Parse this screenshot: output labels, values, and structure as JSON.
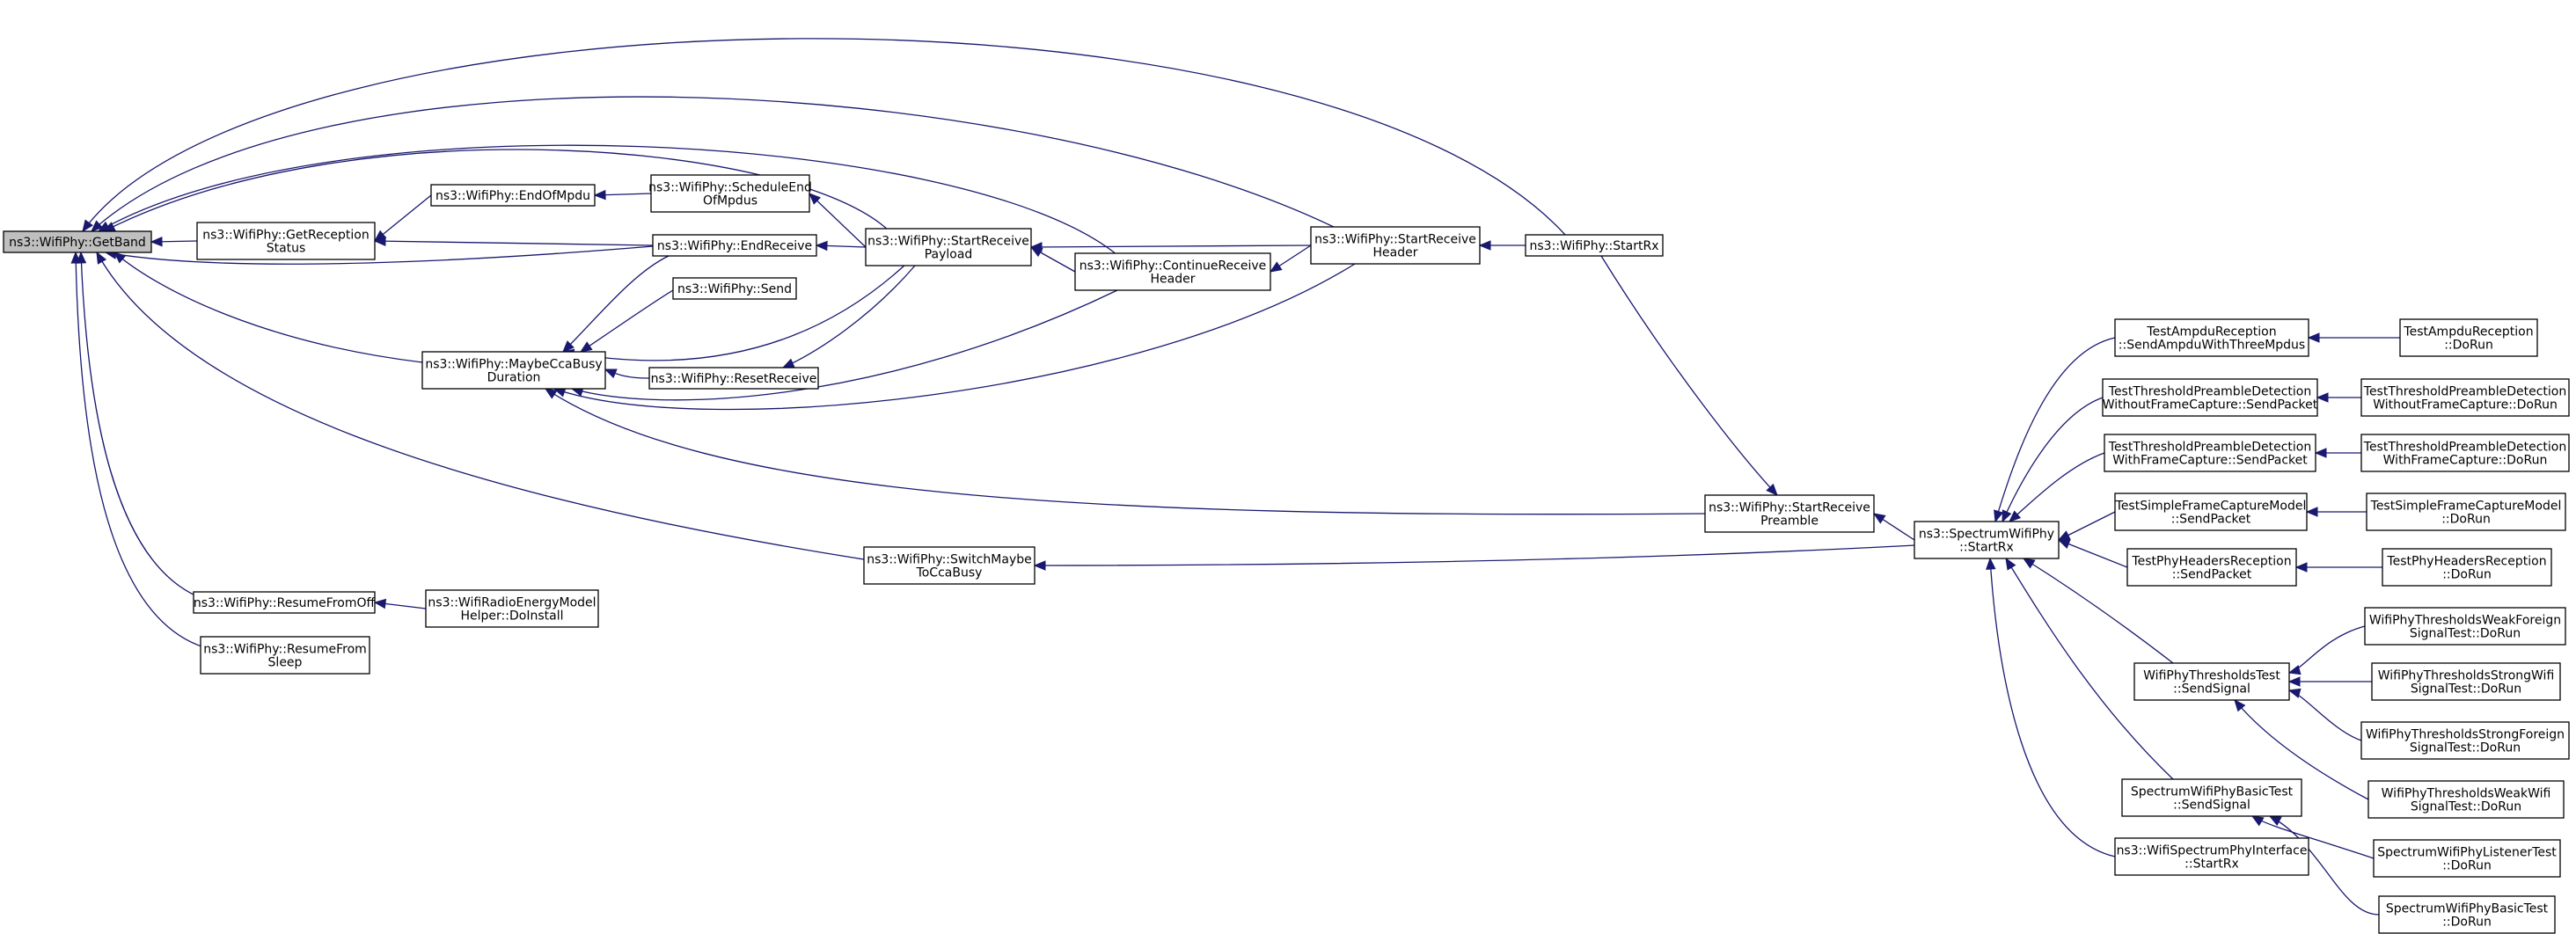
{
  "colors": {
    "edge": "#191970",
    "root_fill": "#bfbfbf",
    "node_fill": "#ffffff",
    "node_stroke": "#000000"
  },
  "nodes": [
    {
      "id": "getband",
      "lines": [
        "ns3::WifiPhy::GetBand"
      ],
      "root": true
    },
    {
      "id": "getreceptionstatus",
      "lines": [
        "ns3::WifiPhy::GetReception",
        "Status"
      ]
    },
    {
      "id": "endofmpdu",
      "lines": [
        "ns3::WifiPhy::EndOfMpdu"
      ]
    },
    {
      "id": "scheduleendofmpdus",
      "lines": [
        "ns3::WifiPhy::ScheduleEnd",
        "OfMpdus"
      ]
    },
    {
      "id": "endreceive",
      "lines": [
        "ns3::WifiPhy::EndReceive"
      ]
    },
    {
      "id": "send",
      "lines": [
        "ns3::WifiPhy::Send"
      ]
    },
    {
      "id": "resetreceive",
      "lines": [
        "ns3::WifiPhy::ResetReceive"
      ]
    },
    {
      "id": "maybeccabusy",
      "lines": [
        "ns3::WifiPhy::MaybeCcaBusy",
        "Duration"
      ]
    },
    {
      "id": "startreceivepayload",
      "lines": [
        "ns3::WifiPhy::StartReceive",
        "Payload"
      ]
    },
    {
      "id": "continuereceiveheader",
      "lines": [
        "ns3::WifiPhy::ContinueReceive",
        "Header"
      ]
    },
    {
      "id": "startreceiveheader",
      "lines": [
        "ns3::WifiPhy::StartReceive",
        "Header"
      ]
    },
    {
      "id": "startrx",
      "lines": [
        "ns3::WifiPhy::StartRx"
      ]
    },
    {
      "id": "startreceivepreamble",
      "lines": [
        "ns3::WifiPhy::StartReceive",
        "Preamble"
      ]
    },
    {
      "id": "switchmaybe",
      "lines": [
        "ns3::WifiPhy::SwitchMaybe",
        "ToCcaBusy"
      ]
    },
    {
      "id": "spectrumstartrx",
      "lines": [
        "ns3::SpectrumWifiPhy",
        "::StartRx"
      ]
    },
    {
      "id": "resumefromoff",
      "lines": [
        "ns3::WifiPhy::ResumeFromOff"
      ]
    },
    {
      "id": "radioenergy",
      "lines": [
        "ns3::WifiRadioEnergyModel",
        "Helper::DoInstall"
      ]
    },
    {
      "id": "resumefromsleep",
      "lines": [
        "ns3::WifiPhy::ResumeFrom",
        "Sleep"
      ]
    },
    {
      "id": "ampdusend",
      "lines": [
        "TestAmpduReception",
        "::SendAmpduWithThreeMpdus"
      ]
    },
    {
      "id": "ampdurun",
      "lines": [
        "TestAmpduReception",
        "::DoRun"
      ]
    },
    {
      "id": "wofcsend",
      "lines": [
        "TestThresholdPreambleDetection",
        "WithoutFrameCapture::SendPacket"
      ]
    },
    {
      "id": "wofcrun",
      "lines": [
        "TestThresholdPreambleDetection",
        "WithoutFrameCapture::DoRun"
      ]
    },
    {
      "id": "wfcsend",
      "lines": [
        "TestThresholdPreambleDetection",
        "WithFrameCapture::SendPacket"
      ]
    },
    {
      "id": "wfcrun",
      "lines": [
        "TestThresholdPreambleDetection",
        "WithFrameCapture::DoRun"
      ]
    },
    {
      "id": "sfcsend",
      "lines": [
        "TestSimpleFrameCaptureModel",
        "::SendPacket"
      ]
    },
    {
      "id": "sfcrun",
      "lines": [
        "TestSimpleFrameCaptureModel",
        "::DoRun"
      ]
    },
    {
      "id": "phsend",
      "lines": [
        "TestPhyHeadersReception",
        "::SendPacket"
      ]
    },
    {
      "id": "phrun",
      "lines": [
        "TestPhyHeadersReception",
        "::DoRun"
      ]
    },
    {
      "id": "thrsend",
      "lines": [
        "WifiPhyThresholdsTest",
        "::SendSignal"
      ]
    },
    {
      "id": "weakforeign",
      "lines": [
        "WifiPhyThresholdsWeakForeign",
        "SignalTest::DoRun"
      ]
    },
    {
      "id": "strongwifi",
      "lines": [
        "WifiPhyThresholdsStrongWifi",
        "SignalTest::DoRun"
      ]
    },
    {
      "id": "strongforeign",
      "lines": [
        "WifiPhyThresholdsStrongForeign",
        "SignalTest::DoRun"
      ]
    },
    {
      "id": "weakwifi",
      "lines": [
        "WifiPhyThresholdsWeakWifi",
        "SignalTest::DoRun"
      ]
    },
    {
      "id": "basicsend",
      "lines": [
        "SpectrumWifiPhyBasicTest",
        "::SendSignal"
      ]
    },
    {
      "id": "listenerrun",
      "lines": [
        "SpectrumWifiPhyListenerTest",
        "::DoRun"
      ]
    },
    {
      "id": "basicrun",
      "lines": [
        "SpectrumWifiPhyBasicTest",
        "::DoRun"
      ]
    },
    {
      "id": "ifacestartrx",
      "lines": [
        "ns3::WifiSpectrumPhyInterface",
        "::StartRx"
      ]
    }
  ],
  "edges": [
    [
      "getreceptionstatus",
      "getband"
    ],
    [
      "endofmpdu",
      "getreceptionstatus"
    ],
    [
      "endreceive",
      "getreceptionstatus"
    ],
    [
      "scheduleendofmpdus",
      "endofmpdu"
    ],
    [
      "startreceivepayload",
      "scheduleendofmpdus"
    ],
    [
      "startreceivepayload",
      "endreceive"
    ],
    [
      "continuereceiveheader",
      "startreceivepayload"
    ],
    [
      "startreceiveheader",
      "startreceivepayload"
    ],
    [
      "startreceiveheader",
      "continuereceiveheader"
    ],
    [
      "startrx",
      "startreceiveheader"
    ],
    [
      "startrx",
      "getband"
    ],
    [
      "startreceiveheader",
      "getband"
    ],
    [
      "continuereceiveheader",
      "getband"
    ],
    [
      "startreceivepayload",
      "getband"
    ],
    [
      "endreceive",
      "getband"
    ],
    [
      "maybeccabusy",
      "getband"
    ],
    [
      "endreceive",
      "maybeccabusy"
    ],
    [
      "send",
      "maybeccabusy"
    ],
    [
      "startreceivepayload",
      "maybeccabusy"
    ],
    [
      "resetreceive",
      "maybeccabusy"
    ],
    [
      "startreceivepayload",
      "resetreceive"
    ],
    [
      "continuereceiveheader",
      "maybeccabusy"
    ],
    [
      "startreceiveheader",
      "maybeccabusy"
    ],
    [
      "startreceivepreamble",
      "maybeccabusy"
    ],
    [
      "switchmaybe",
      "getband"
    ],
    [
      "spectrumstartrx",
      "switchmaybe"
    ],
    [
      "startrx",
      "startreceivepreamble"
    ],
    [
      "spectrumstartrx",
      "startreceivepreamble"
    ],
    [
      "resumefromoff",
      "getband"
    ],
    [
      "radioenergy",
      "resumefromoff"
    ],
    [
      "resumefromsleep",
      "getband"
    ],
    [
      "ampdusend",
      "spectrumstartrx"
    ],
    [
      "wofcsend",
      "spectrumstartrx"
    ],
    [
      "wfcsend",
      "spectrumstartrx"
    ],
    [
      "sfcsend",
      "spectrumstartrx"
    ],
    [
      "phsend",
      "spectrumstartrx"
    ],
    [
      "thrsend",
      "spectrumstartrx"
    ],
    [
      "basicsend",
      "spectrumstartrx"
    ],
    [
      "ifacestartrx",
      "spectrumstartrx"
    ],
    [
      "ampdurun",
      "ampdusend"
    ],
    [
      "wofcrun",
      "wofcsend"
    ],
    [
      "wfcrun",
      "wfcsend"
    ],
    [
      "sfcrun",
      "sfcsend"
    ],
    [
      "phrun",
      "phsend"
    ],
    [
      "weakforeign",
      "thrsend"
    ],
    [
      "strongwifi",
      "thrsend"
    ],
    [
      "strongforeign",
      "thrsend"
    ],
    [
      "weakwifi",
      "thrsend"
    ],
    [
      "listenerrun",
      "basicsend"
    ],
    [
      "basicrun",
      "basicsend"
    ]
  ]
}
